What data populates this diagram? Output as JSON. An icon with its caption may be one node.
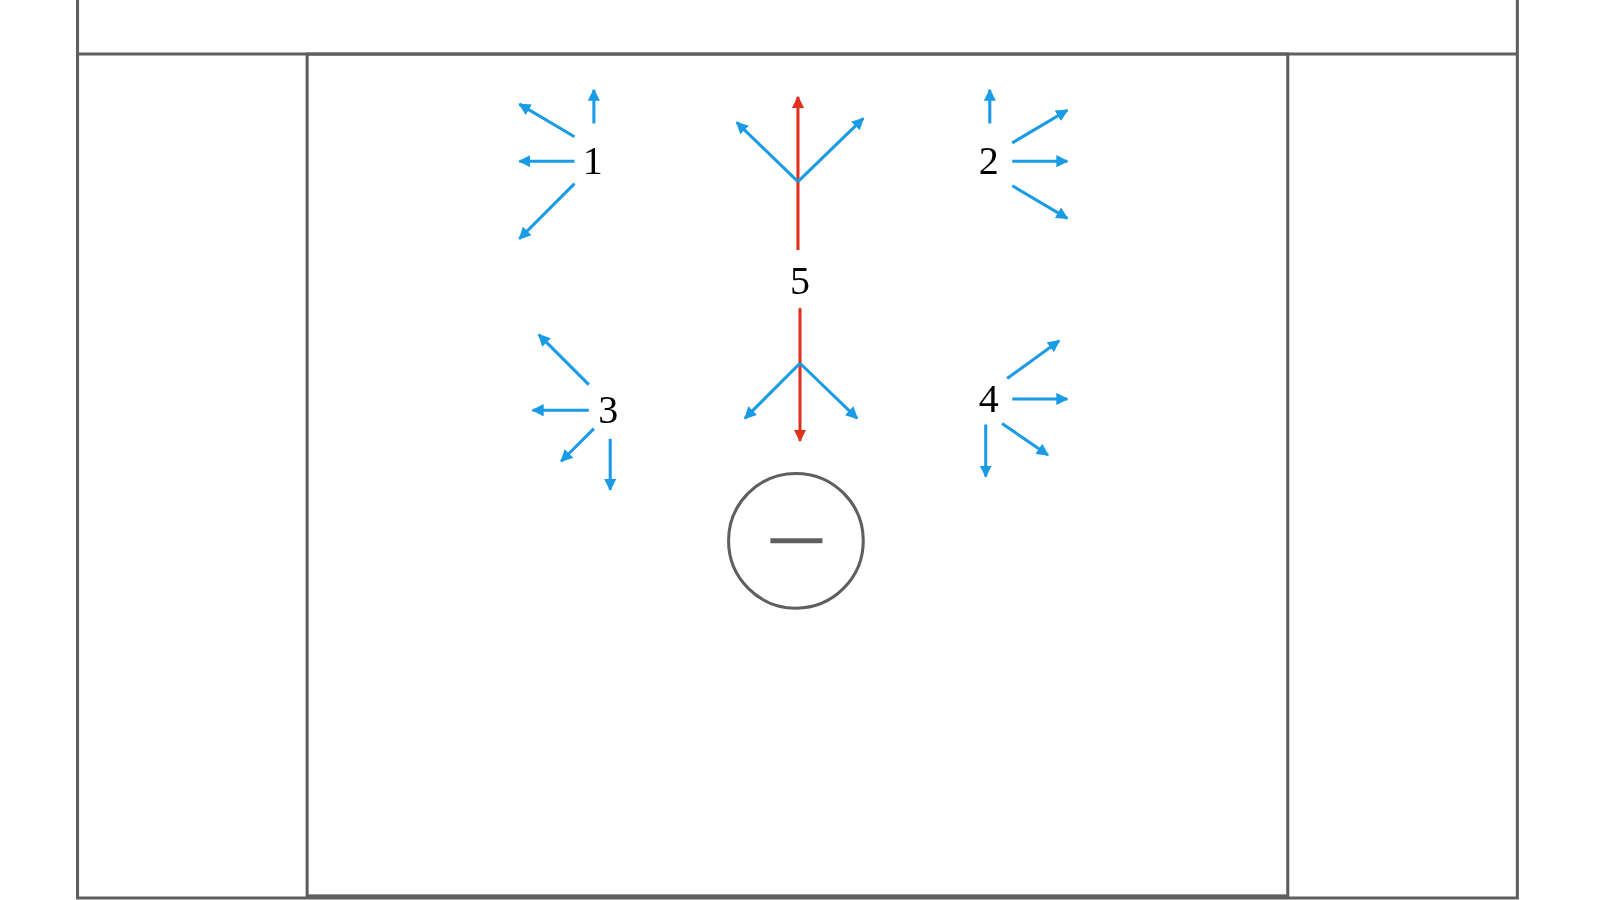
{
  "diagram": {
    "labels": [
      "1",
      "2",
      "5",
      "3",
      "4"
    ]
  }
}
